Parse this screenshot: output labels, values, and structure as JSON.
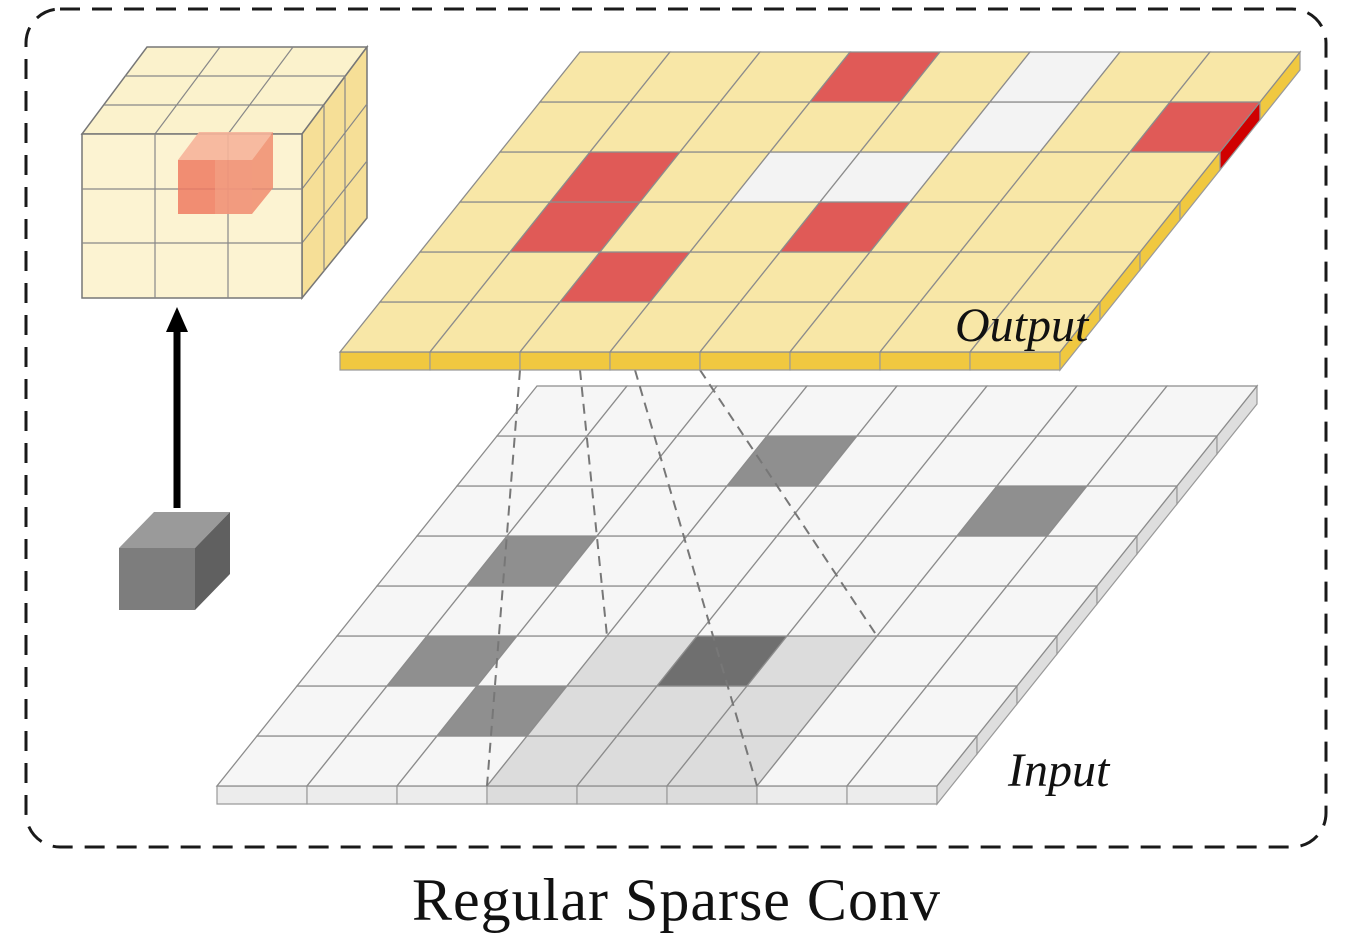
{
  "labels": {
    "output": "Output",
    "input": "Input",
    "caption": "Regular Sparse Conv"
  },
  "icons": {
    "kernel": "3x3x3-kernel-cube-icon",
    "voxel": "single-voxel-cube-icon",
    "arrow": "up-arrow-icon"
  },
  "grid": {
    "rows": 6,
    "cols": 8
  },
  "output_grid": {
    "active_cells": [
      [
        0,
        3
      ],
      [
        1,
        7
      ],
      [
        2,
        1
      ],
      [
        3,
        1
      ],
      [
        3,
        4
      ],
      [
        4,
        2
      ]
    ],
    "highlight_cell": [
      4,
      2
    ],
    "empty_cells": [
      [
        0,
        5
      ],
      [
        1,
        5
      ],
      [
        2,
        3
      ],
      [
        2,
        4
      ]
    ]
  },
  "input_grid": {
    "active_cells": [
      [
        1,
        3
      ],
      [
        2,
        6
      ],
      [
        3,
        1
      ],
      [
        5,
        1
      ],
      [
        5,
        4
      ],
      [
        6,
        2
      ]
    ],
    "receptive_field": {
      "row": 5,
      "col": 3,
      "size": 3
    }
  },
  "colors": {
    "frame": "#1a1a1a",
    "output_cell": "#f8e7a7",
    "output_cell_edge": "#f0c840",
    "output_active": "#e05a57",
    "output_highlight": "#d00000",
    "output_empty": "#f3f3f3",
    "input_cell": "#f6f6f6",
    "input_active": "#8f8f8f",
    "input_receptive": "#dcdcdc",
    "kernel_face": "#fbf0c4",
    "kernel_center": "#ef7a62",
    "voxel": "#808080"
  }
}
